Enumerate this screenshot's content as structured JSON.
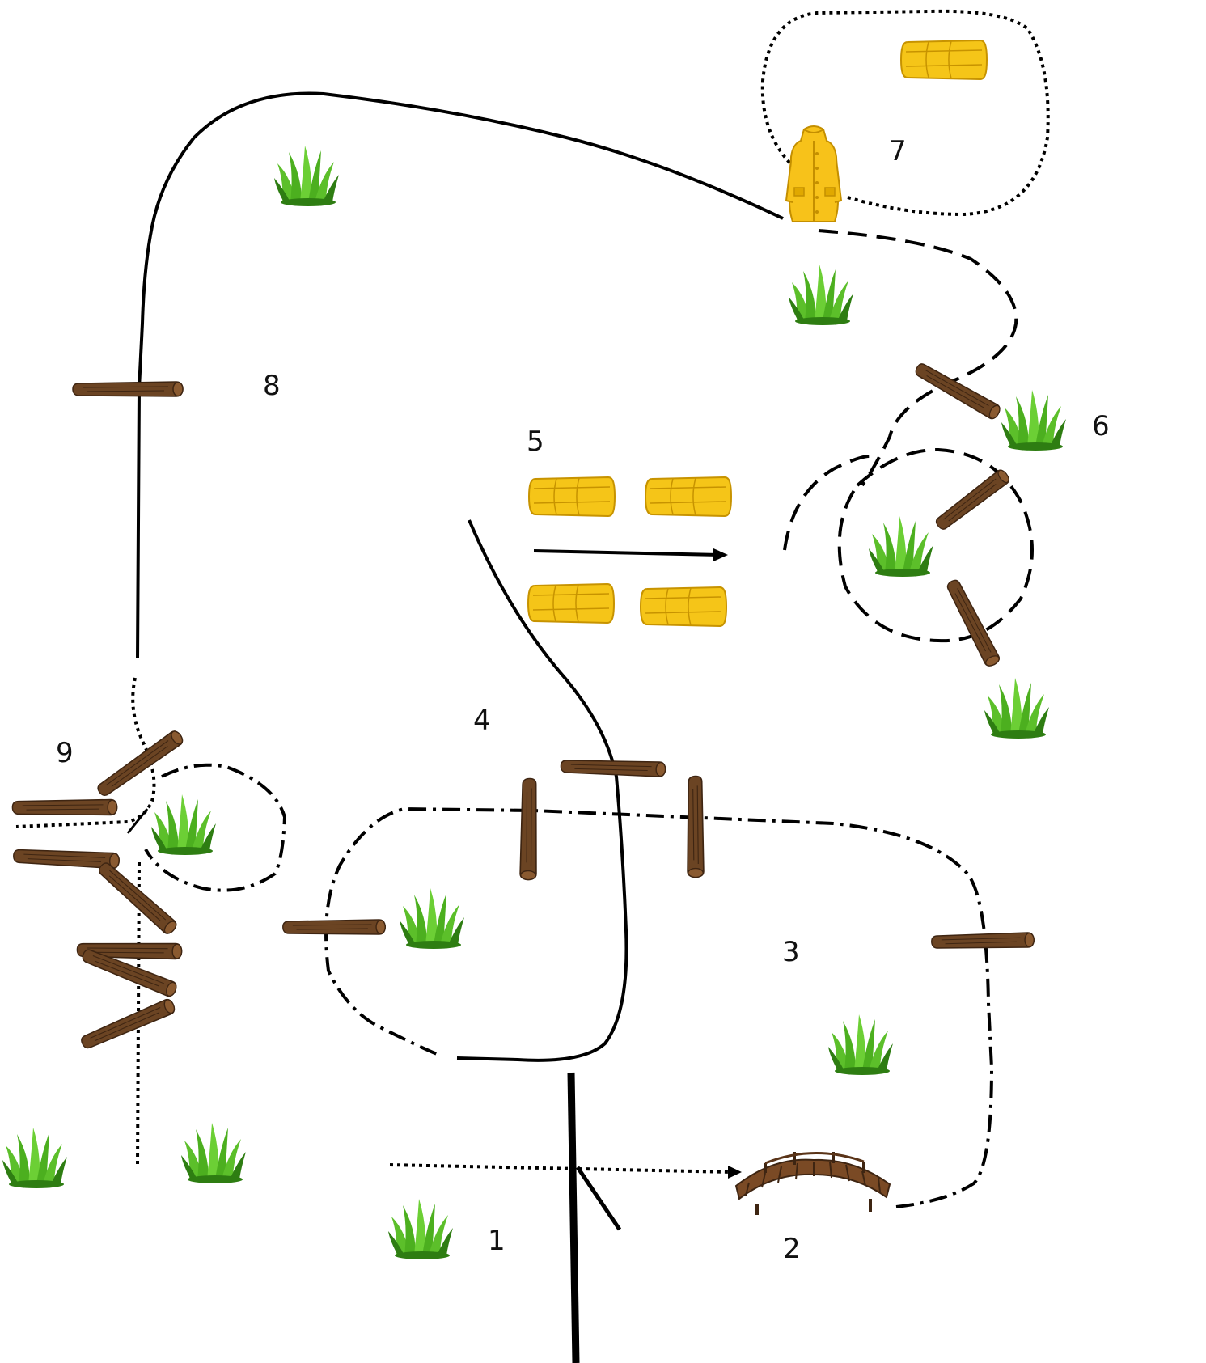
{
  "course": {
    "station_labels": [
      "1",
      "2",
      "3",
      "4",
      "5",
      "6",
      "7",
      "8",
      "9"
    ]
  },
  "colors": {
    "log": "#6b4423",
    "log_dark": "#3e2512",
    "hay": "#f5c518",
    "hay_dark": "#c79300",
    "grass": "#4caf1f",
    "grass_dark": "#2e7d12",
    "coat": "#f7c21a",
    "line": "#000000"
  },
  "icons": {
    "log": "log-icon",
    "hay": "hay-bale-icon",
    "grass": "grass-tuft-icon",
    "coat": "raincoat-icon",
    "bridge": "wooden-bridge-icon"
  }
}
